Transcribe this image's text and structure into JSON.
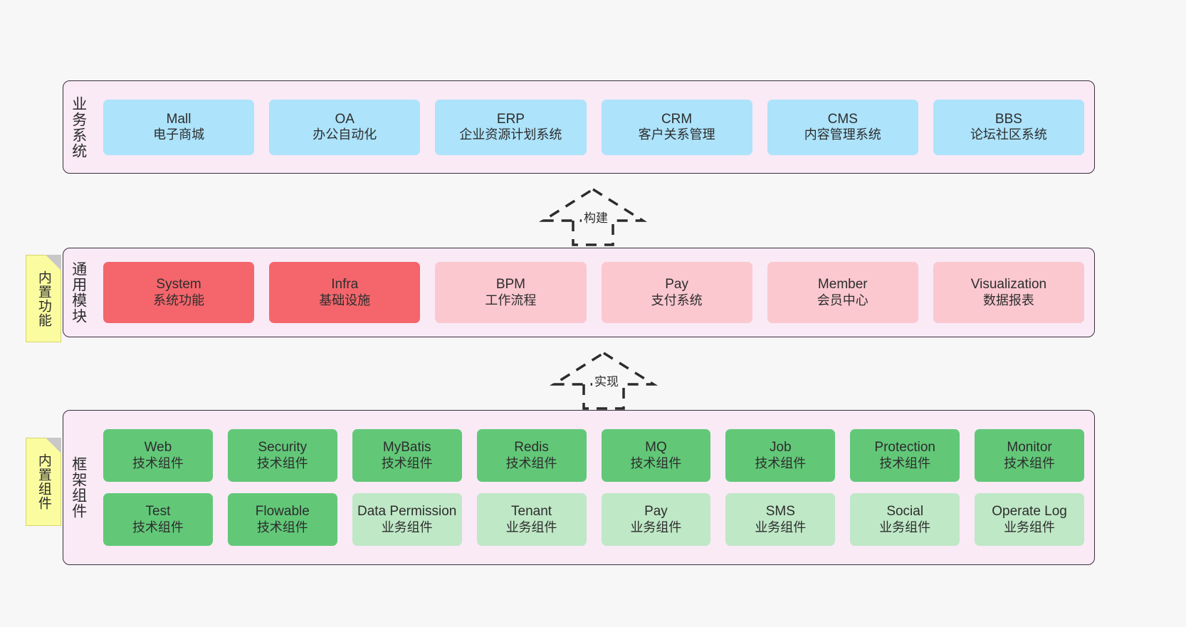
{
  "palette": {
    "canvas": "#f7f7f7",
    "layer_bg": "#f9eaf6",
    "layer_border": "#3a2f3a",
    "blue": "#ade3fb",
    "red": "#f4666c",
    "pink": "#fbc8d0",
    "green": "#62c878",
    "light_green": "#bfe8c6",
    "note_yellow": "#fbfba0",
    "note_fold": "#c8c8c8"
  },
  "layers": {
    "business": {
      "title": "业务系统",
      "items": [
        {
          "name": "Mall",
          "desc": "电子商城"
        },
        {
          "name": "OA",
          "desc": "办公自动化"
        },
        {
          "name": "ERP",
          "desc": "企业资源计划系统"
        },
        {
          "name": "CRM",
          "desc": "客户关系管理"
        },
        {
          "name": "CMS",
          "desc": "内容管理系统"
        },
        {
          "name": "BBS",
          "desc": "论坛社区系统"
        }
      ]
    },
    "common": {
      "title": "通用模块",
      "note": "内置功能",
      "items": [
        {
          "name": "System",
          "desc": "系统功能",
          "tone": "red"
        },
        {
          "name": "Infra",
          "desc": "基础设施",
          "tone": "red"
        },
        {
          "name": "BPM",
          "desc": "工作流程",
          "tone": "pink"
        },
        {
          "name": "Pay",
          "desc": "支付系统",
          "tone": "pink"
        },
        {
          "name": "Member",
          "desc": "会员中心",
          "tone": "pink"
        },
        {
          "name": "Visualization",
          "desc": "数据报表",
          "tone": "pink"
        }
      ]
    },
    "framework": {
      "title": "框架组件",
      "note": "内置组件",
      "tech_row": [
        {
          "name": "Web",
          "desc": "技术组件"
        },
        {
          "name": "Security",
          "desc": "技术组件"
        },
        {
          "name": "MyBatis",
          "desc": "技术组件"
        },
        {
          "name": "Redis",
          "desc": "技术组件"
        },
        {
          "name": "MQ",
          "desc": "技术组件"
        },
        {
          "name": "Job",
          "desc": "技术组件"
        },
        {
          "name": "Protection",
          "desc": "技术组件"
        },
        {
          "name": "Monitor",
          "desc": "技术组件"
        }
      ],
      "biz_row": [
        {
          "name": "Test",
          "desc": "技术组件",
          "tone": "green"
        },
        {
          "name": "Flowable",
          "desc": "技术组件",
          "tone": "green"
        },
        {
          "name": "Data Permission",
          "desc": "业务组件",
          "tone": "light"
        },
        {
          "name": "Tenant",
          "desc": "业务组件",
          "tone": "light"
        },
        {
          "name": "Pay",
          "desc": "业务组件",
          "tone": "light"
        },
        {
          "name": "SMS",
          "desc": "业务组件",
          "tone": "light"
        },
        {
          "name": "Social",
          "desc": "业务组件",
          "tone": "light"
        },
        {
          "name": "Operate Log",
          "desc": "业务组件",
          "tone": "light"
        }
      ]
    }
  },
  "connectors": [
    {
      "label": "构建"
    },
    {
      "label": "实现"
    }
  ]
}
